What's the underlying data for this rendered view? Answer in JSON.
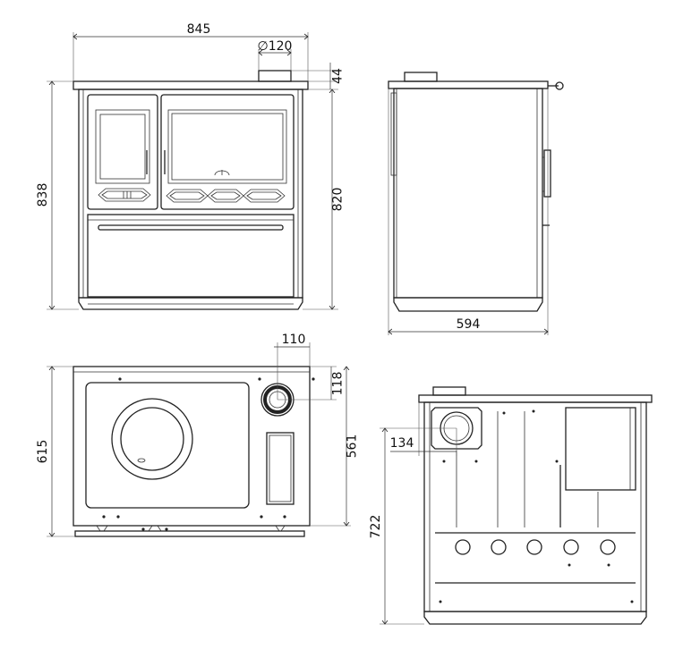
{
  "dimensions": {
    "front_width": "845",
    "flue_diameter": "∅120",
    "flue_height": "44",
    "front_total_height": "838",
    "front_body_height": "820",
    "side_depth": "594",
    "top_flue_offset_x": "110",
    "top_flue_offset_y": "118",
    "top_depth_total": "615",
    "top_depth_body": "561",
    "rear_flue_offset": "134",
    "rear_flue_height": "722"
  },
  "colors": {
    "line": "#222222",
    "fill": "#ffffff"
  }
}
